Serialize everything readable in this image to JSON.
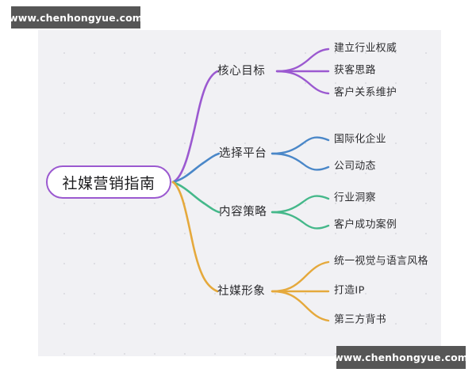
{
  "watermarks": {
    "top_left": "www.chenhongyue.com",
    "bottom_right": "www.chenhongyue.com"
  },
  "mindmap": {
    "root": {
      "label": "社媒营销指南",
      "color": "#9B59D0"
    },
    "branches": [
      {
        "label": "核心目标",
        "color": "#9B59D0",
        "children": [
          {
            "label": "建立行业权威"
          },
          {
            "label": "获客思路"
          },
          {
            "label": "客户关系维护"
          }
        ]
      },
      {
        "label": "选择平台",
        "color": "#4A87C8",
        "children": [
          {
            "label": "国际化企业"
          },
          {
            "label": "公司动态"
          }
        ]
      },
      {
        "label": "内容策略",
        "color": "#45B88A",
        "children": [
          {
            "label": "行业洞察"
          },
          {
            "label": "客户成功案例"
          }
        ]
      },
      {
        "label": "社媒形象",
        "color": "#E5A93C",
        "children": [
          {
            "label": "统一视觉与语言风格"
          },
          {
            "label": "打造IP"
          },
          {
            "label": "第三方背书"
          }
        ]
      }
    ]
  }
}
